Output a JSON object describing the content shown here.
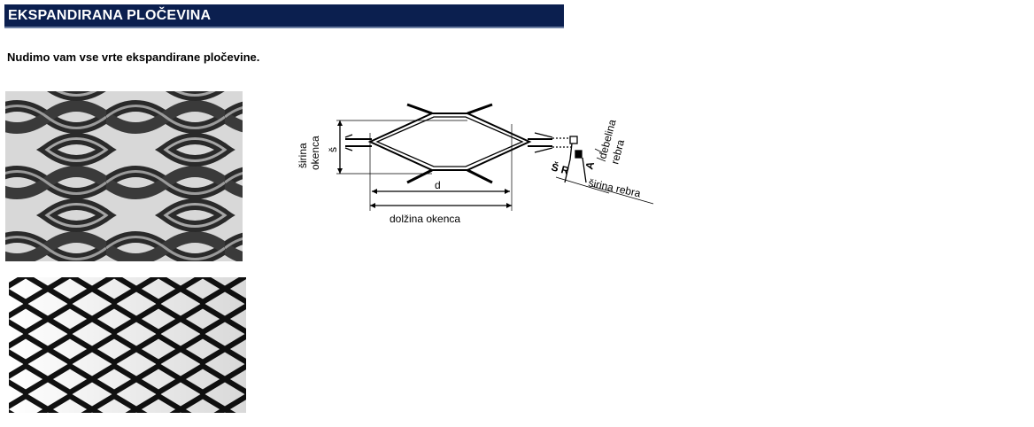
{
  "header": {
    "title": "EKSPANDIRANA PLOČEVINA"
  },
  "intro": {
    "text": "Nudimo vam vse vrte ekspandirane pločevine."
  },
  "diagram": {
    "labels": {
      "sirina": "širina",
      "okenca": "okenca",
      "s": "š",
      "d": "d",
      "dolzina_okenca": "dolžina okenca",
      "sR": "Š R",
      "A": "A",
      "debelina": "debelina",
      "rebra": "rebra",
      "sirina_rebra": "širina rebra"
    }
  },
  "colors": {
    "header_bg": "#0b1f4f",
    "header_text": "#ffffff"
  }
}
